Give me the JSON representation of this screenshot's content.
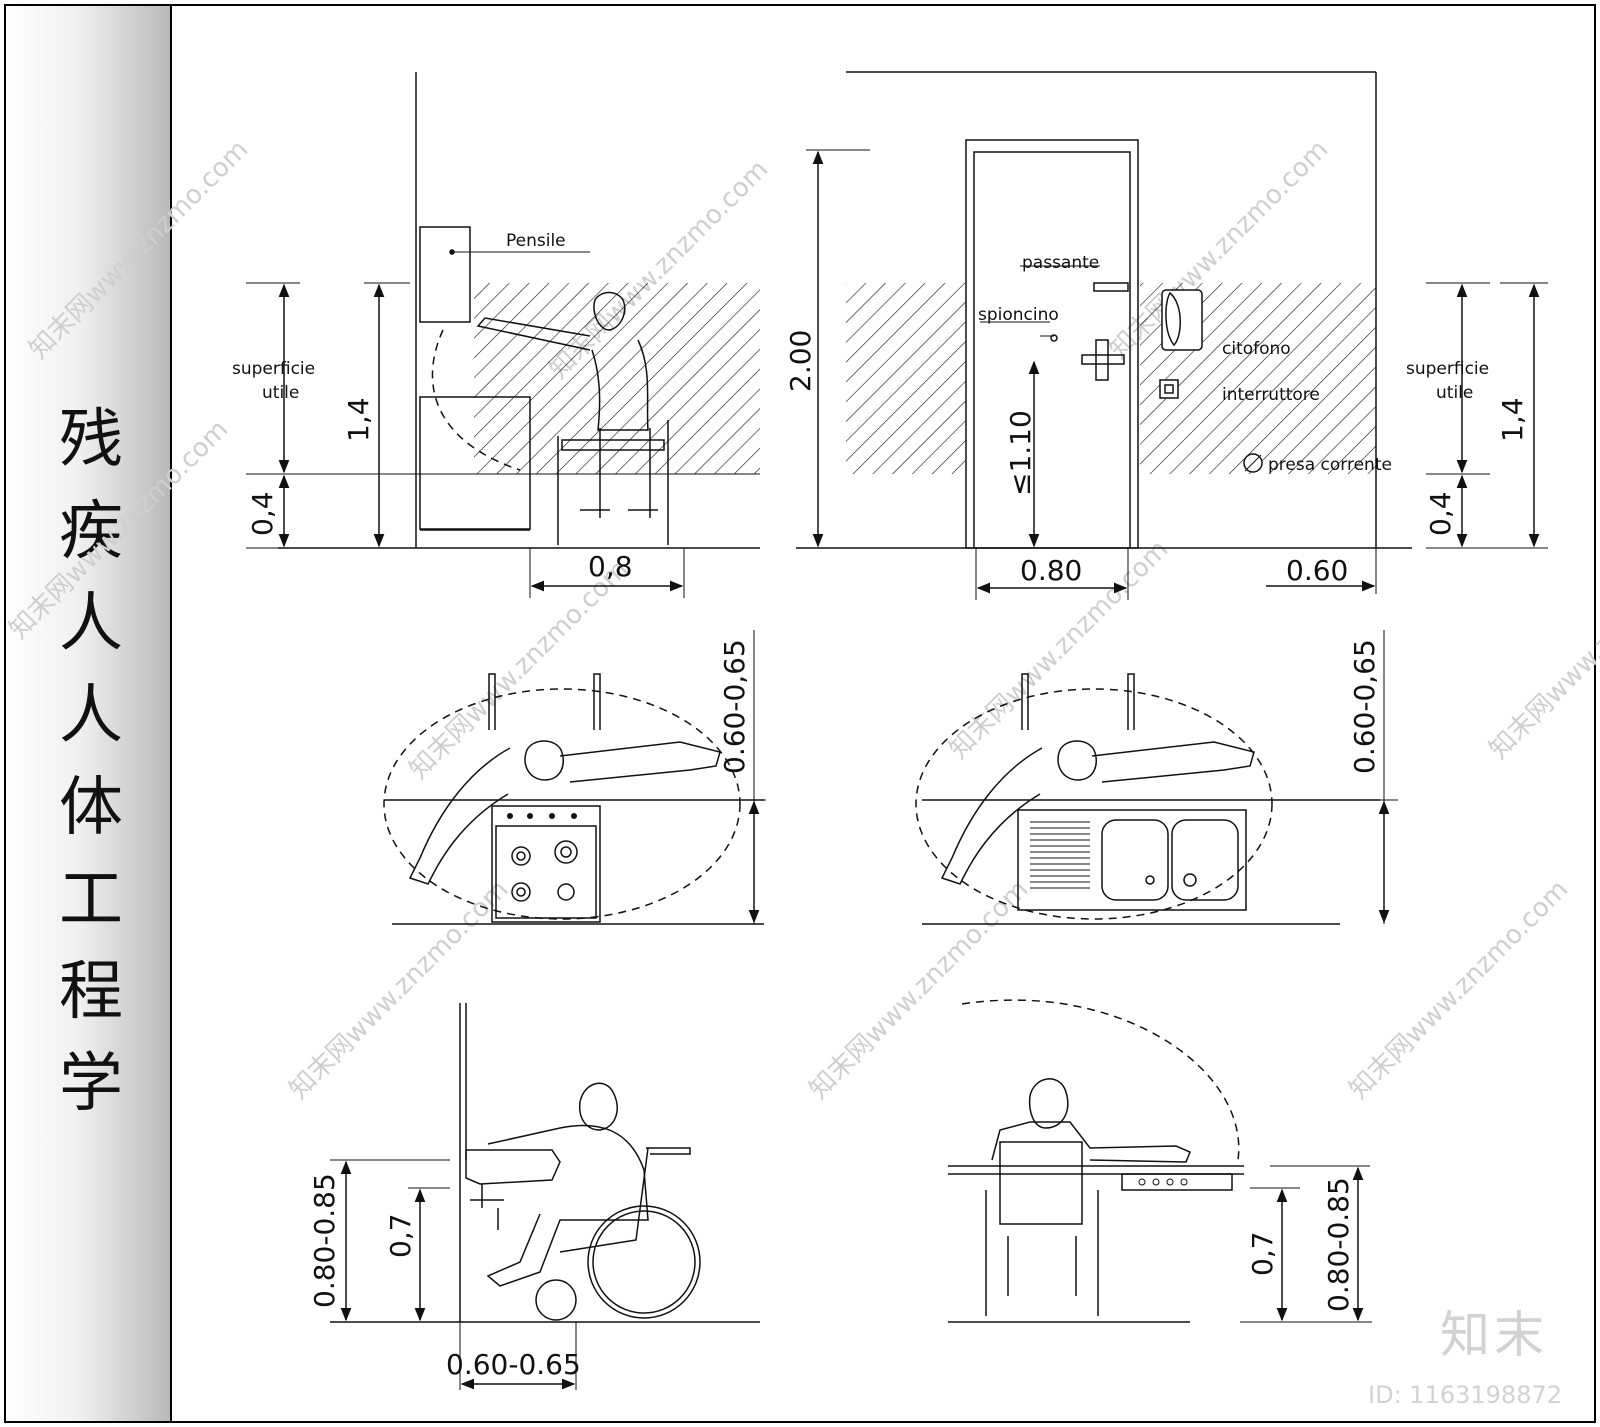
{
  "sidebar": {
    "title_chars": [
      "残",
      "疾",
      "人",
      "人",
      "体",
      "工",
      "程",
      "学"
    ]
  },
  "labels": {
    "pensile": "Pensile",
    "superficie_line1": "superficie",
    "superficie_line2": "utile",
    "passante": "passante",
    "spioncino": "spioncino",
    "citofono": "citofono",
    "interruttore": "interruttore",
    "presa_corrente": "presa corrente"
  },
  "dimensions": {
    "v_1_4": "1,4",
    "v_0_4": "0,4",
    "h_0_8": "0,8",
    "v_2_00": "2.00",
    "v_1_10": "≤1.10",
    "h_0_80": "0.80",
    "h_0_60": "0.60",
    "v_0_60_0_65": "0.60-0,65",
    "v_0_80_0_85": "0.80-0.85",
    "v_0_7": "0,7",
    "h_0_60_0_65": "0.60-0.65"
  },
  "watermark": {
    "text": "知末网www.znzmo.com"
  },
  "brand": {
    "name": "知末",
    "id": "ID: 1163198872"
  },
  "colors": {
    "line": "#111111",
    "watermark": "#cfcfcf",
    "sidebar_gradient_end": "#b9b9b9"
  }
}
